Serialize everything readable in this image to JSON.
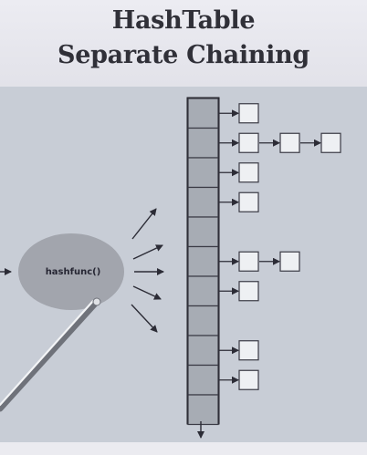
{
  "title": {
    "line1": "HashTable",
    "line2": "Separate Chaining"
  },
  "hash_function": {
    "label": "hashfunc()"
  },
  "table": {
    "buckets": 11,
    "chains": [
      1,
      3,
      1,
      1,
      0,
      2,
      1,
      0,
      1,
      1,
      0
    ]
  },
  "colors": {
    "panel": "#c8cdd6",
    "bucket_fill": "#a7acb4",
    "node_fill": "#eef0f3",
    "ellipse": "#a2a5ad",
    "ink": "#2c2c36"
  }
}
